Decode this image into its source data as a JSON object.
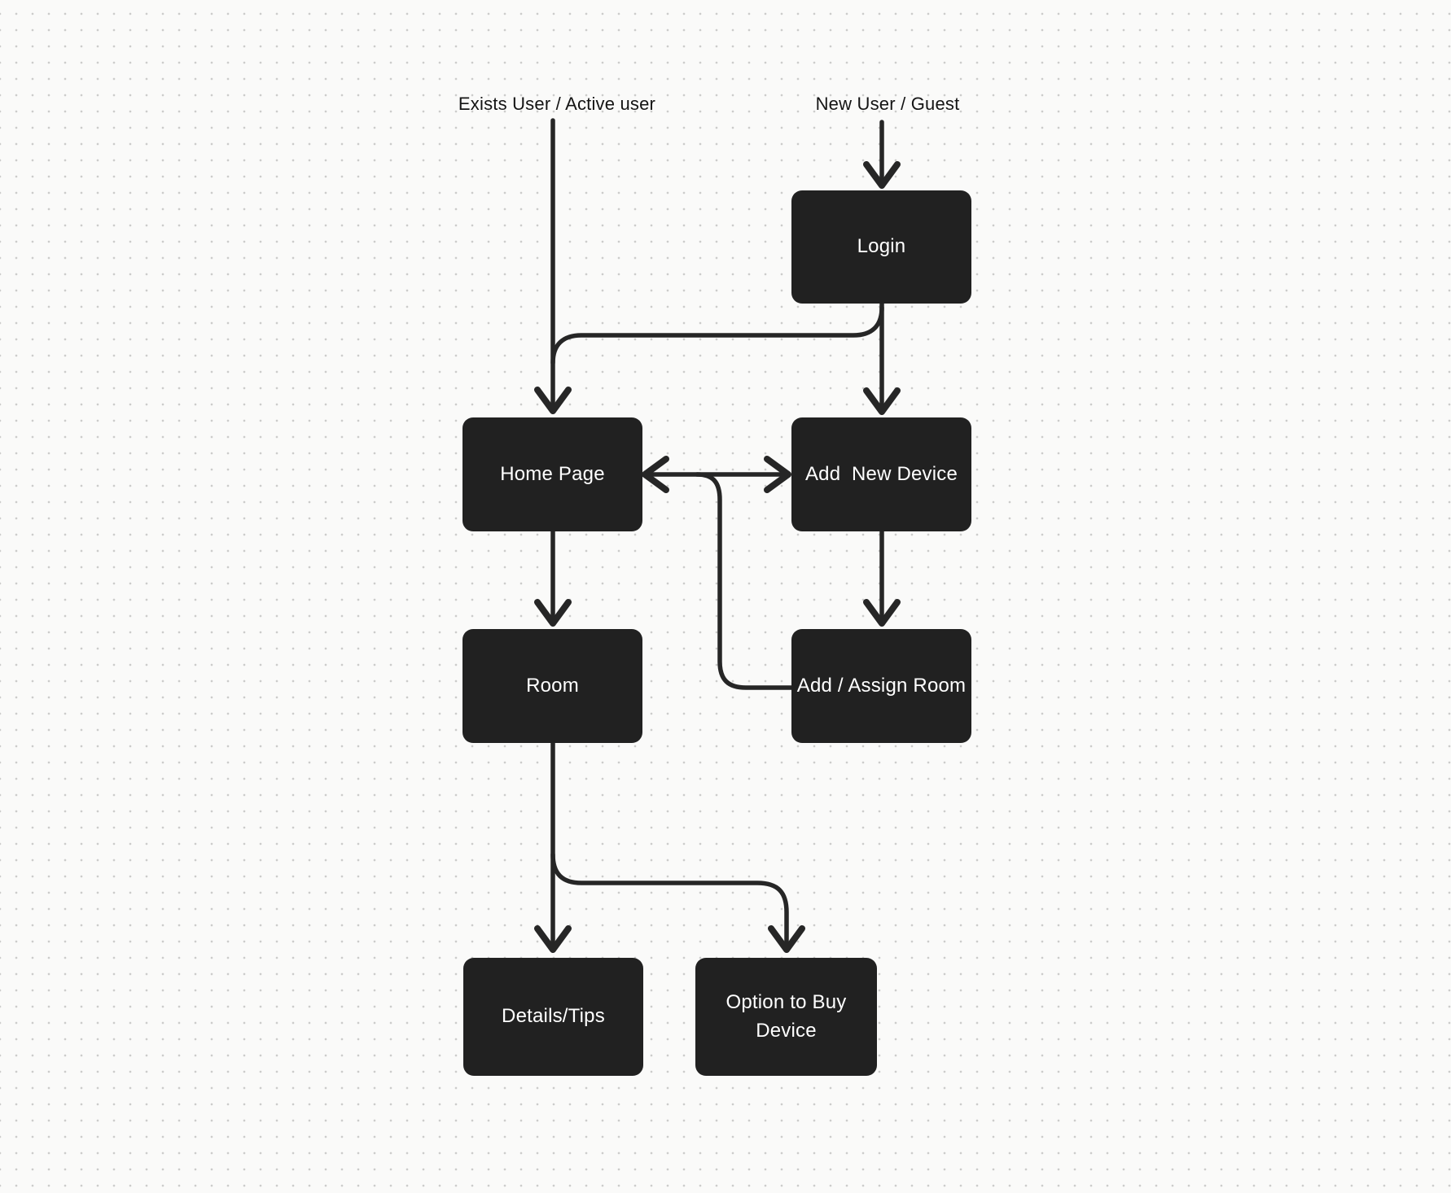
{
  "diagram": {
    "background": "#fafaf9",
    "dot_color": "#cccccb",
    "node_fill": "#212121",
    "node_text_color": "#ffffff",
    "connector_color": "#262626",
    "label_text_color": "#141414"
  },
  "labels": {
    "exists_user": "Exists User / Active user",
    "new_user": "New User / Guest"
  },
  "nodes": {
    "login": "Login",
    "home_page": "Home Page",
    "add_new_device": "Add  New Device",
    "room": "Room",
    "add_assign_room": "Add / Assign Room",
    "details_tips": "Details/Tips",
    "option_buy_device": "Option to Buy Device"
  },
  "edges": [
    {
      "from": "new_user_label",
      "to": "login",
      "style": "arrow"
    },
    {
      "from": "exists_user_label",
      "to": "home_page",
      "style": "arrow"
    },
    {
      "from": "login",
      "to": "home_page",
      "style": "arrow-merge"
    },
    {
      "from": "login",
      "to": "add_new_device",
      "style": "arrow"
    },
    {
      "from": "home_page",
      "to": "add_new_device",
      "style": "double-arrow"
    },
    {
      "from": "add_new_device",
      "to": "add_assign_room",
      "style": "arrow"
    },
    {
      "from": "add_assign_room",
      "to": "home_page_double_arrow",
      "style": "line"
    },
    {
      "from": "home_page",
      "to": "room",
      "style": "arrow"
    },
    {
      "from": "room",
      "to": "details_tips",
      "style": "arrow"
    },
    {
      "from": "room",
      "to": "option_buy_device",
      "style": "arrow"
    }
  ]
}
